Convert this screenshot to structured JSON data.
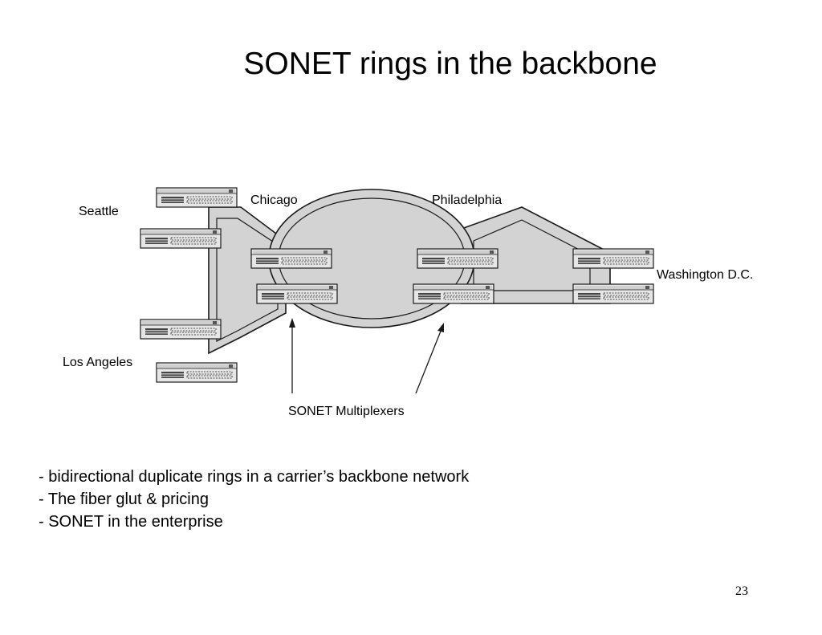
{
  "slide": {
    "title": "SONET rings in the backbone",
    "bullets": [
      "- bidirectional duplicate rings in a carrier’s backbone network",
      "- The fiber glut & pricing",
      "- SONET in the enterprise"
    ],
    "page_number": "23"
  },
  "diagram": {
    "labels": {
      "seattle": "Seattle",
      "los_angeles": "Los Angeles",
      "chicago": "Chicago",
      "philadelphia": "Philadelphia",
      "washington": "Washington D.C.",
      "multiplexers": "SONET Multiplexers"
    },
    "device_icon": "sonet-multiplexer-icon",
    "colors": {
      "ring_fill": "#d3d3d3",
      "outline": "#1a1a1a",
      "device_fill": "#e6e6e6"
    }
  }
}
